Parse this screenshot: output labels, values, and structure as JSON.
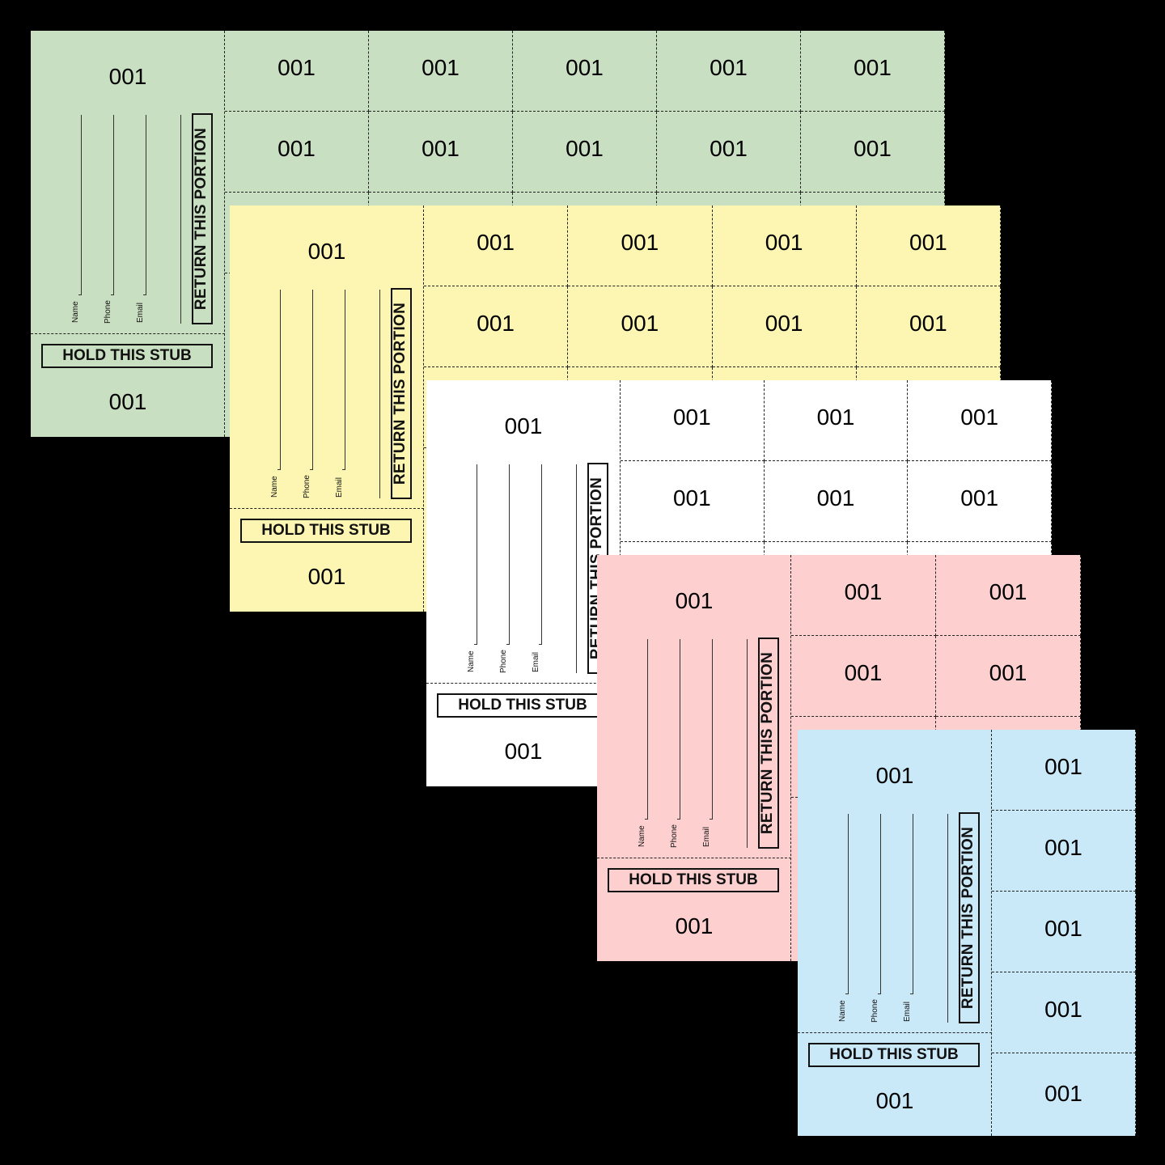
{
  "ticket": {
    "number": "001",
    "field_labels": [
      "Name",
      "Phone",
      "Email"
    ],
    "return_label": "RETURN THIS PORTION",
    "hold_label": "HOLD THIS STUB"
  },
  "sheets": [
    {
      "id": "green",
      "color": "#c9dfc1"
    },
    {
      "id": "yellow",
      "color": "#fdf6b2"
    },
    {
      "id": "white",
      "color": "#ffffff"
    },
    {
      "id": "pink",
      "color": "#fdd0cf"
    },
    {
      "id": "blue",
      "color": "#c9e8f8"
    }
  ]
}
